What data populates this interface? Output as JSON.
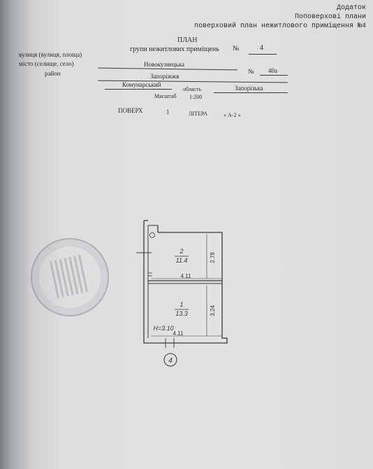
{
  "header": {
    "line1": "Додаток",
    "line2": "Поповерхові плани",
    "line3": "поверховий план нежитлового приміщення №4"
  },
  "title": {
    "plan": "ПЛАН",
    "group": "групи нежитлових приміщень",
    "no_sign": "№",
    "no_value": "4"
  },
  "address": {
    "street_label": "вулиця (вулиця, площа)",
    "street_value": "Новокузнецька",
    "no_sign": "№",
    "house_value": "40а",
    "city_label": "місто (селище, село)",
    "city_value": "Запоріжжя",
    "district_label": "район",
    "district_value": "Комунарський",
    "region_label": "область",
    "region_value": "Запорізька",
    "scale_label": "Масштаб",
    "scale_value": "1:200"
  },
  "floor": {
    "label": "ПОВЕРХ",
    "value": "1",
    "letter_label": "ЛІТЕРА",
    "letter_value": "« А-2 »"
  },
  "plan": {
    "room2_number": "2",
    "room2_area": "11.4",
    "room2_width": "4.11",
    "room2_depth": "2.78",
    "room1_number": "1",
    "room1_area": "13.3",
    "room1_depth": "3.24",
    "height": "H=3.10",
    "bottom_width": "4.11",
    "circle_number": "4"
  }
}
